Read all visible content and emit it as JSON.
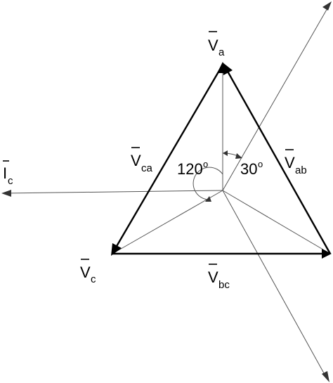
{
  "labels": {
    "va": {
      "main": "V",
      "sub": "a"
    },
    "vb": {
      "main": "V",
      "sub": "c"
    },
    "vab": {
      "main": "V",
      "sub": "ab"
    },
    "vbc": {
      "main": "V",
      "sub": "bc"
    },
    "vca": {
      "main": "V",
      "sub": "ca"
    },
    "ic": {
      "main": "I",
      "sub": "c"
    }
  },
  "angles": {
    "angle_120": {
      "value": "120",
      "unit": "o"
    },
    "angle_30": {
      "value": "30",
      "unit": "o"
    }
  }
}
